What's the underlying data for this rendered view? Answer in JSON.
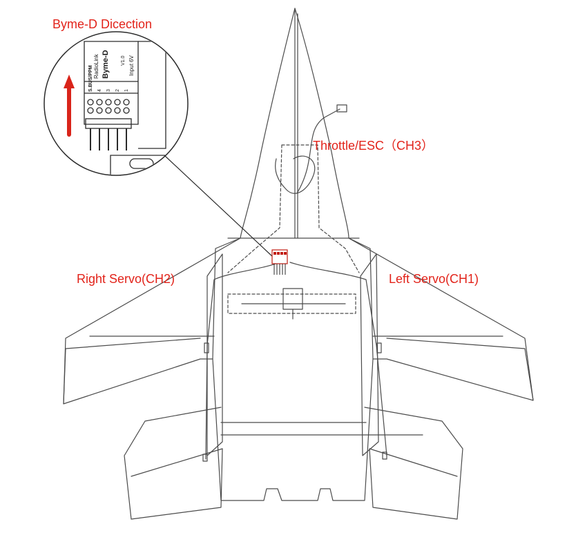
{
  "colors": {
    "label": "#e2231a",
    "line": "#4a4a4a",
    "arrow": "#d9241a"
  },
  "labels": {
    "title": "Byme-D Dicection",
    "throttle": "Throttle/ESC（CH3）",
    "right_servo": "Right Servo(CH2)",
    "left_servo": "Left Servo(CH1)"
  },
  "receiver": {
    "brand": "RadioLink",
    "model": "Byme-D",
    "version": "V1.0",
    "input": "Input 6V",
    "sbus": "S.BUS/PPM",
    "channels": [
      "4",
      "3",
      "2",
      "1"
    ]
  },
  "icons": {
    "direction_arrow": "arrow-up-icon",
    "magnifier": "magnifier-circle-icon"
  }
}
